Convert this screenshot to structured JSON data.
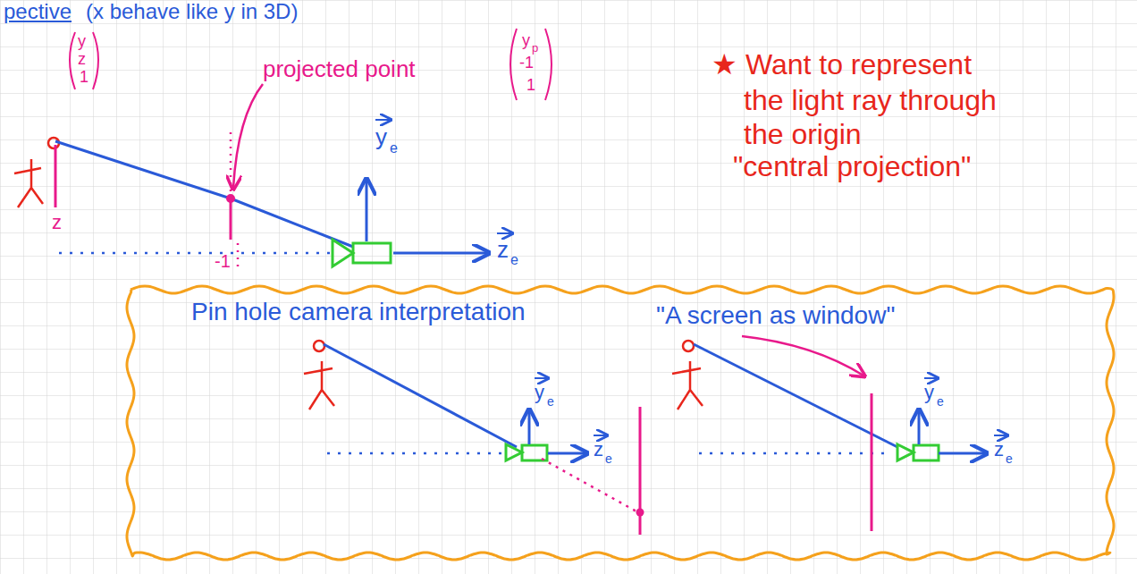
{
  "diagram": {
    "nodes": [
      {
        "text": [
          "Pin hole camera interpretation",
          "\"A screen as window\""
        ]
      }
    ],
    "labels": [
      "pective",
      "(x behave like y in 3D)",
      "y",
      "z",
      "1",
      "projected point",
      "y",
      "p",
      "-1",
      "1",
      "★ Want to represent",
      "the light ray through",
      "the origin",
      "\"central projection\"",
      "y",
      "e",
      "z",
      "e",
      "z",
      "-1",
      "y",
      "e",
      "z",
      "e",
      "y",
      "e",
      "z",
      "e"
    ]
  }
}
